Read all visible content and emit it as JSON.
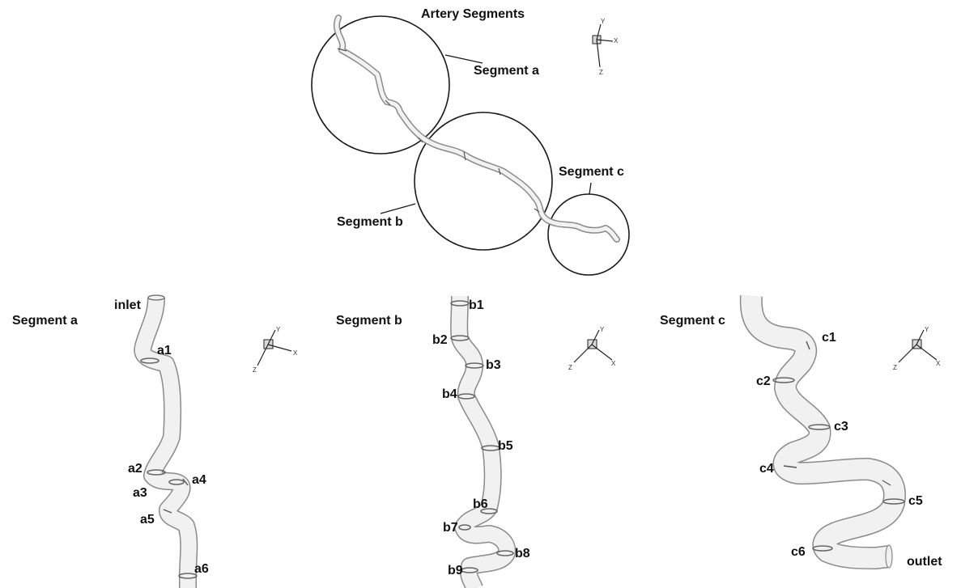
{
  "title": "Artery Segments",
  "overview": {
    "segment_labels": {
      "a": "Segment a",
      "b": "Segment b",
      "c": "Segment c"
    },
    "axes": {
      "x": "X",
      "y": "Y",
      "z": "Z"
    }
  },
  "panels": [
    {
      "id": "a",
      "title": "Segment a",
      "axes": {
        "x": "X",
        "y": "Y",
        "z": "Z"
      },
      "markers": [
        "inlet",
        "a1",
        "a2",
        "a3",
        "a4",
        "a5",
        "a6"
      ]
    },
    {
      "id": "b",
      "title": "Segment b",
      "axes": {
        "x": "X",
        "y": "Y",
        "z": "Z"
      },
      "markers": [
        "b1",
        "b2",
        "b3",
        "b4",
        "b5",
        "b6",
        "b7",
        "b8",
        "b9"
      ]
    },
    {
      "id": "c",
      "title": "Segment c",
      "axes": {
        "x": "X",
        "y": "Y",
        "z": "Z"
      },
      "markers": [
        "c1",
        "c2",
        "c3",
        "c4",
        "c5",
        "c6",
        "outlet"
      ]
    }
  ],
  "colors": {
    "vessel_fill": "#f1f1f1",
    "vessel_outline": "#8a8a8a",
    "ring": "#666666",
    "ink": "#111111"
  }
}
